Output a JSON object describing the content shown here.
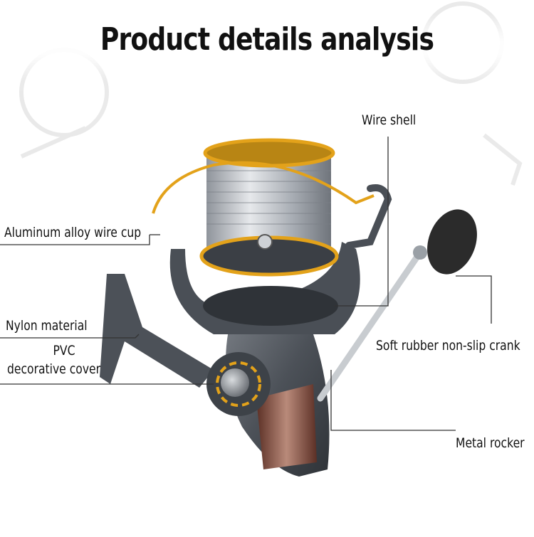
{
  "title": "Product details analysis",
  "labels": {
    "wire_shell": "Wire shell",
    "aluminum_cup": "Aluminum alloy wire cup",
    "nylon": "Nylon material",
    "pvc_line1": "PVC",
    "pvc_line2": "decorative cover",
    "crank": "Soft rubber non-slip crank",
    "rocker": "Metal rocker"
  },
  "colors": {
    "body_metal": "#5a5f66",
    "spool_gold": "#e3a21a",
    "spool_silver": "#b9bdc3",
    "knob_black": "#2b2b2b",
    "wood_insert": "#8a4a3a"
  }
}
